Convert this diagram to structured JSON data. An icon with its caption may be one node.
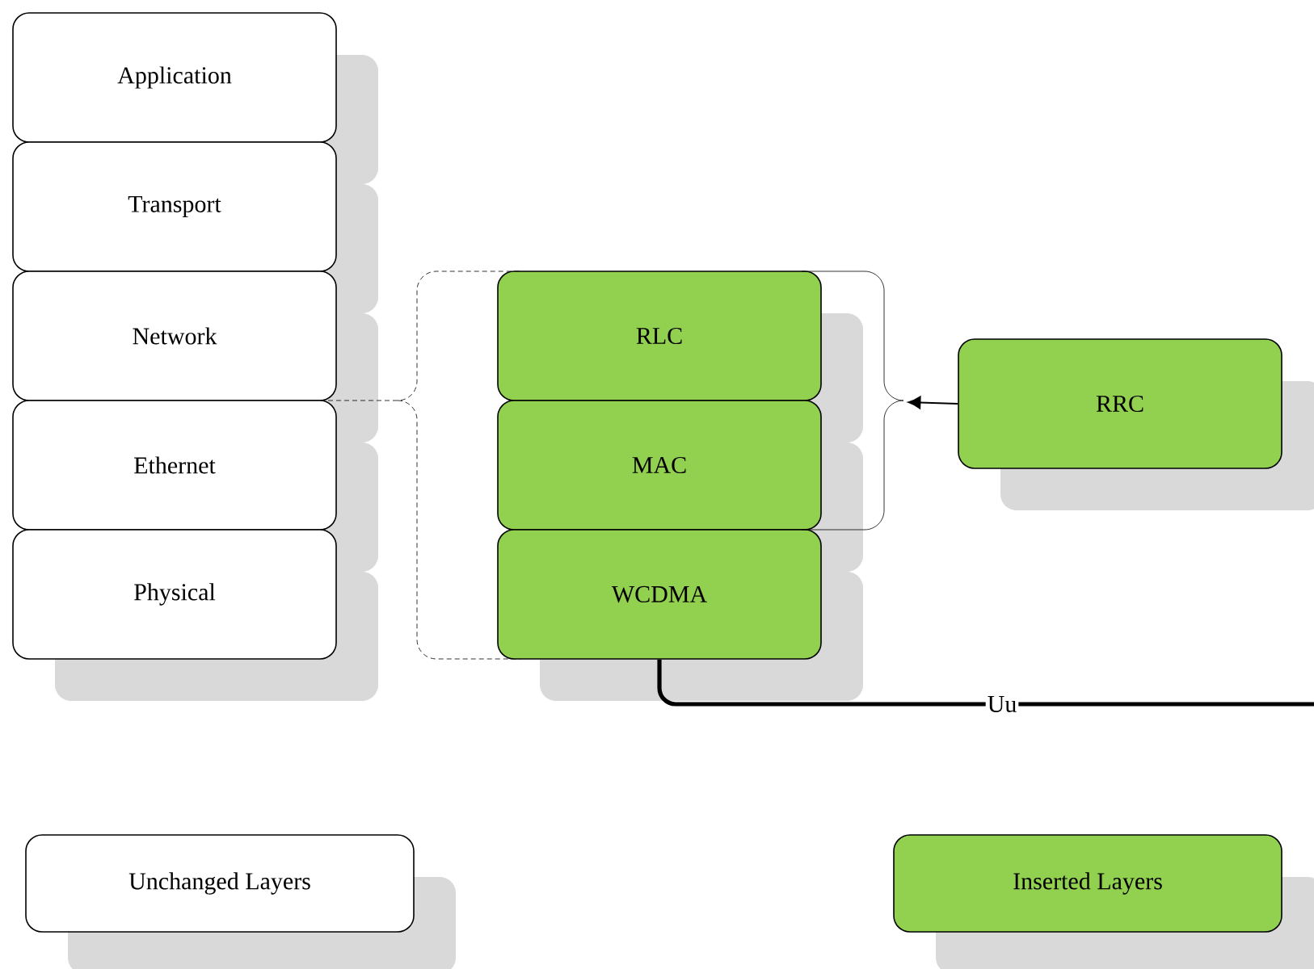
{
  "diagram": {
    "nodes": [
      {
        "text": [
          "Application"
        ]
      },
      {
        "text": [
          "Transport"
        ]
      },
      {
        "text": [
          "Network"
        ]
      },
      {
        "text": [
          "Ethernet"
        ]
      },
      {
        "text": [
          "Physical"
        ]
      },
      {
        "text": [
          "RLC"
        ]
      },
      {
        "text": [
          "MAC"
        ]
      },
      {
        "text": [
          "WCDMA"
        ]
      },
      {
        "text": [
          "RRC"
        ]
      },
      {
        "text": [],
        "shape": "bracket"
      }
    ],
    "edges": [
      {
        "from": 8,
        "to": 9,
        "arrow": "to"
      },
      {
        "from": 7,
        "to": null,
        "arrow": "none",
        "label": "Uu",
        "style": "thick"
      }
    ],
    "legend": [
      {
        "text": "Unchanged Layers"
      },
      {
        "text": "Inserted Layers",
        "color": "#92d050"
      }
    ]
  }
}
